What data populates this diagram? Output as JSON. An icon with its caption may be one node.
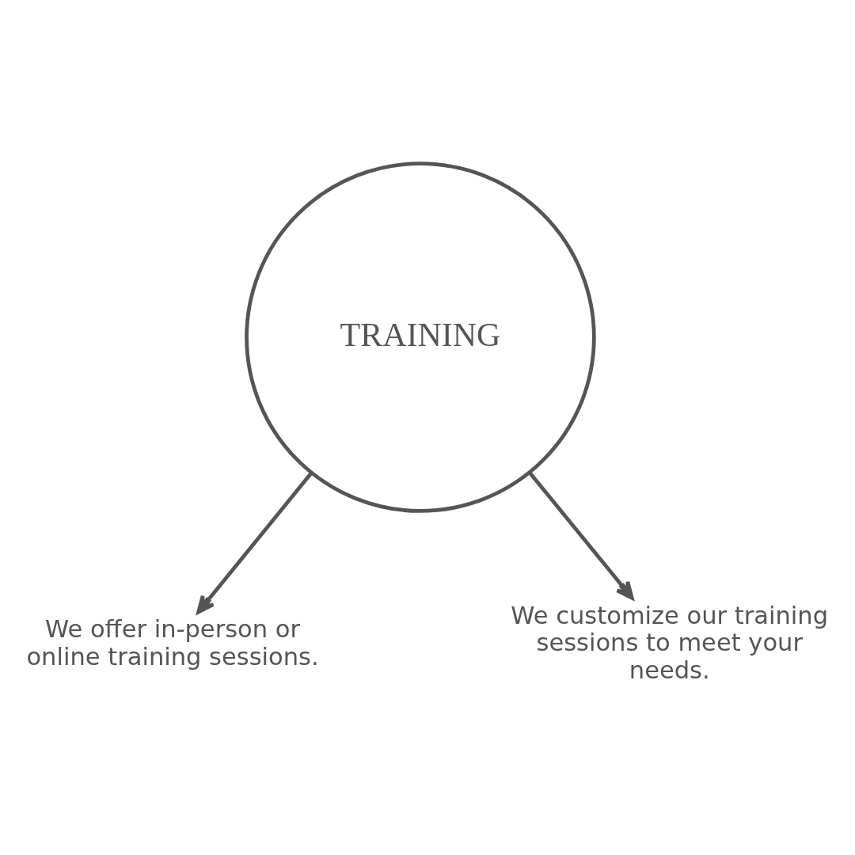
{
  "diagram": {
    "nodes": [
      {
        "text": [
          "TRAINING"
        ]
      },
      {
        "text": [
          "We offer in-person or online training sessions."
        ]
      },
      {
        "text": [
          "We customize our training sessions to meet your needs."
        ]
      }
    ],
    "edges": [
      {
        "from": 0,
        "to": 1,
        "arrow": "to"
      },
      {
        "from": 0,
        "to": 2,
        "arrow": "to"
      }
    ]
  }
}
